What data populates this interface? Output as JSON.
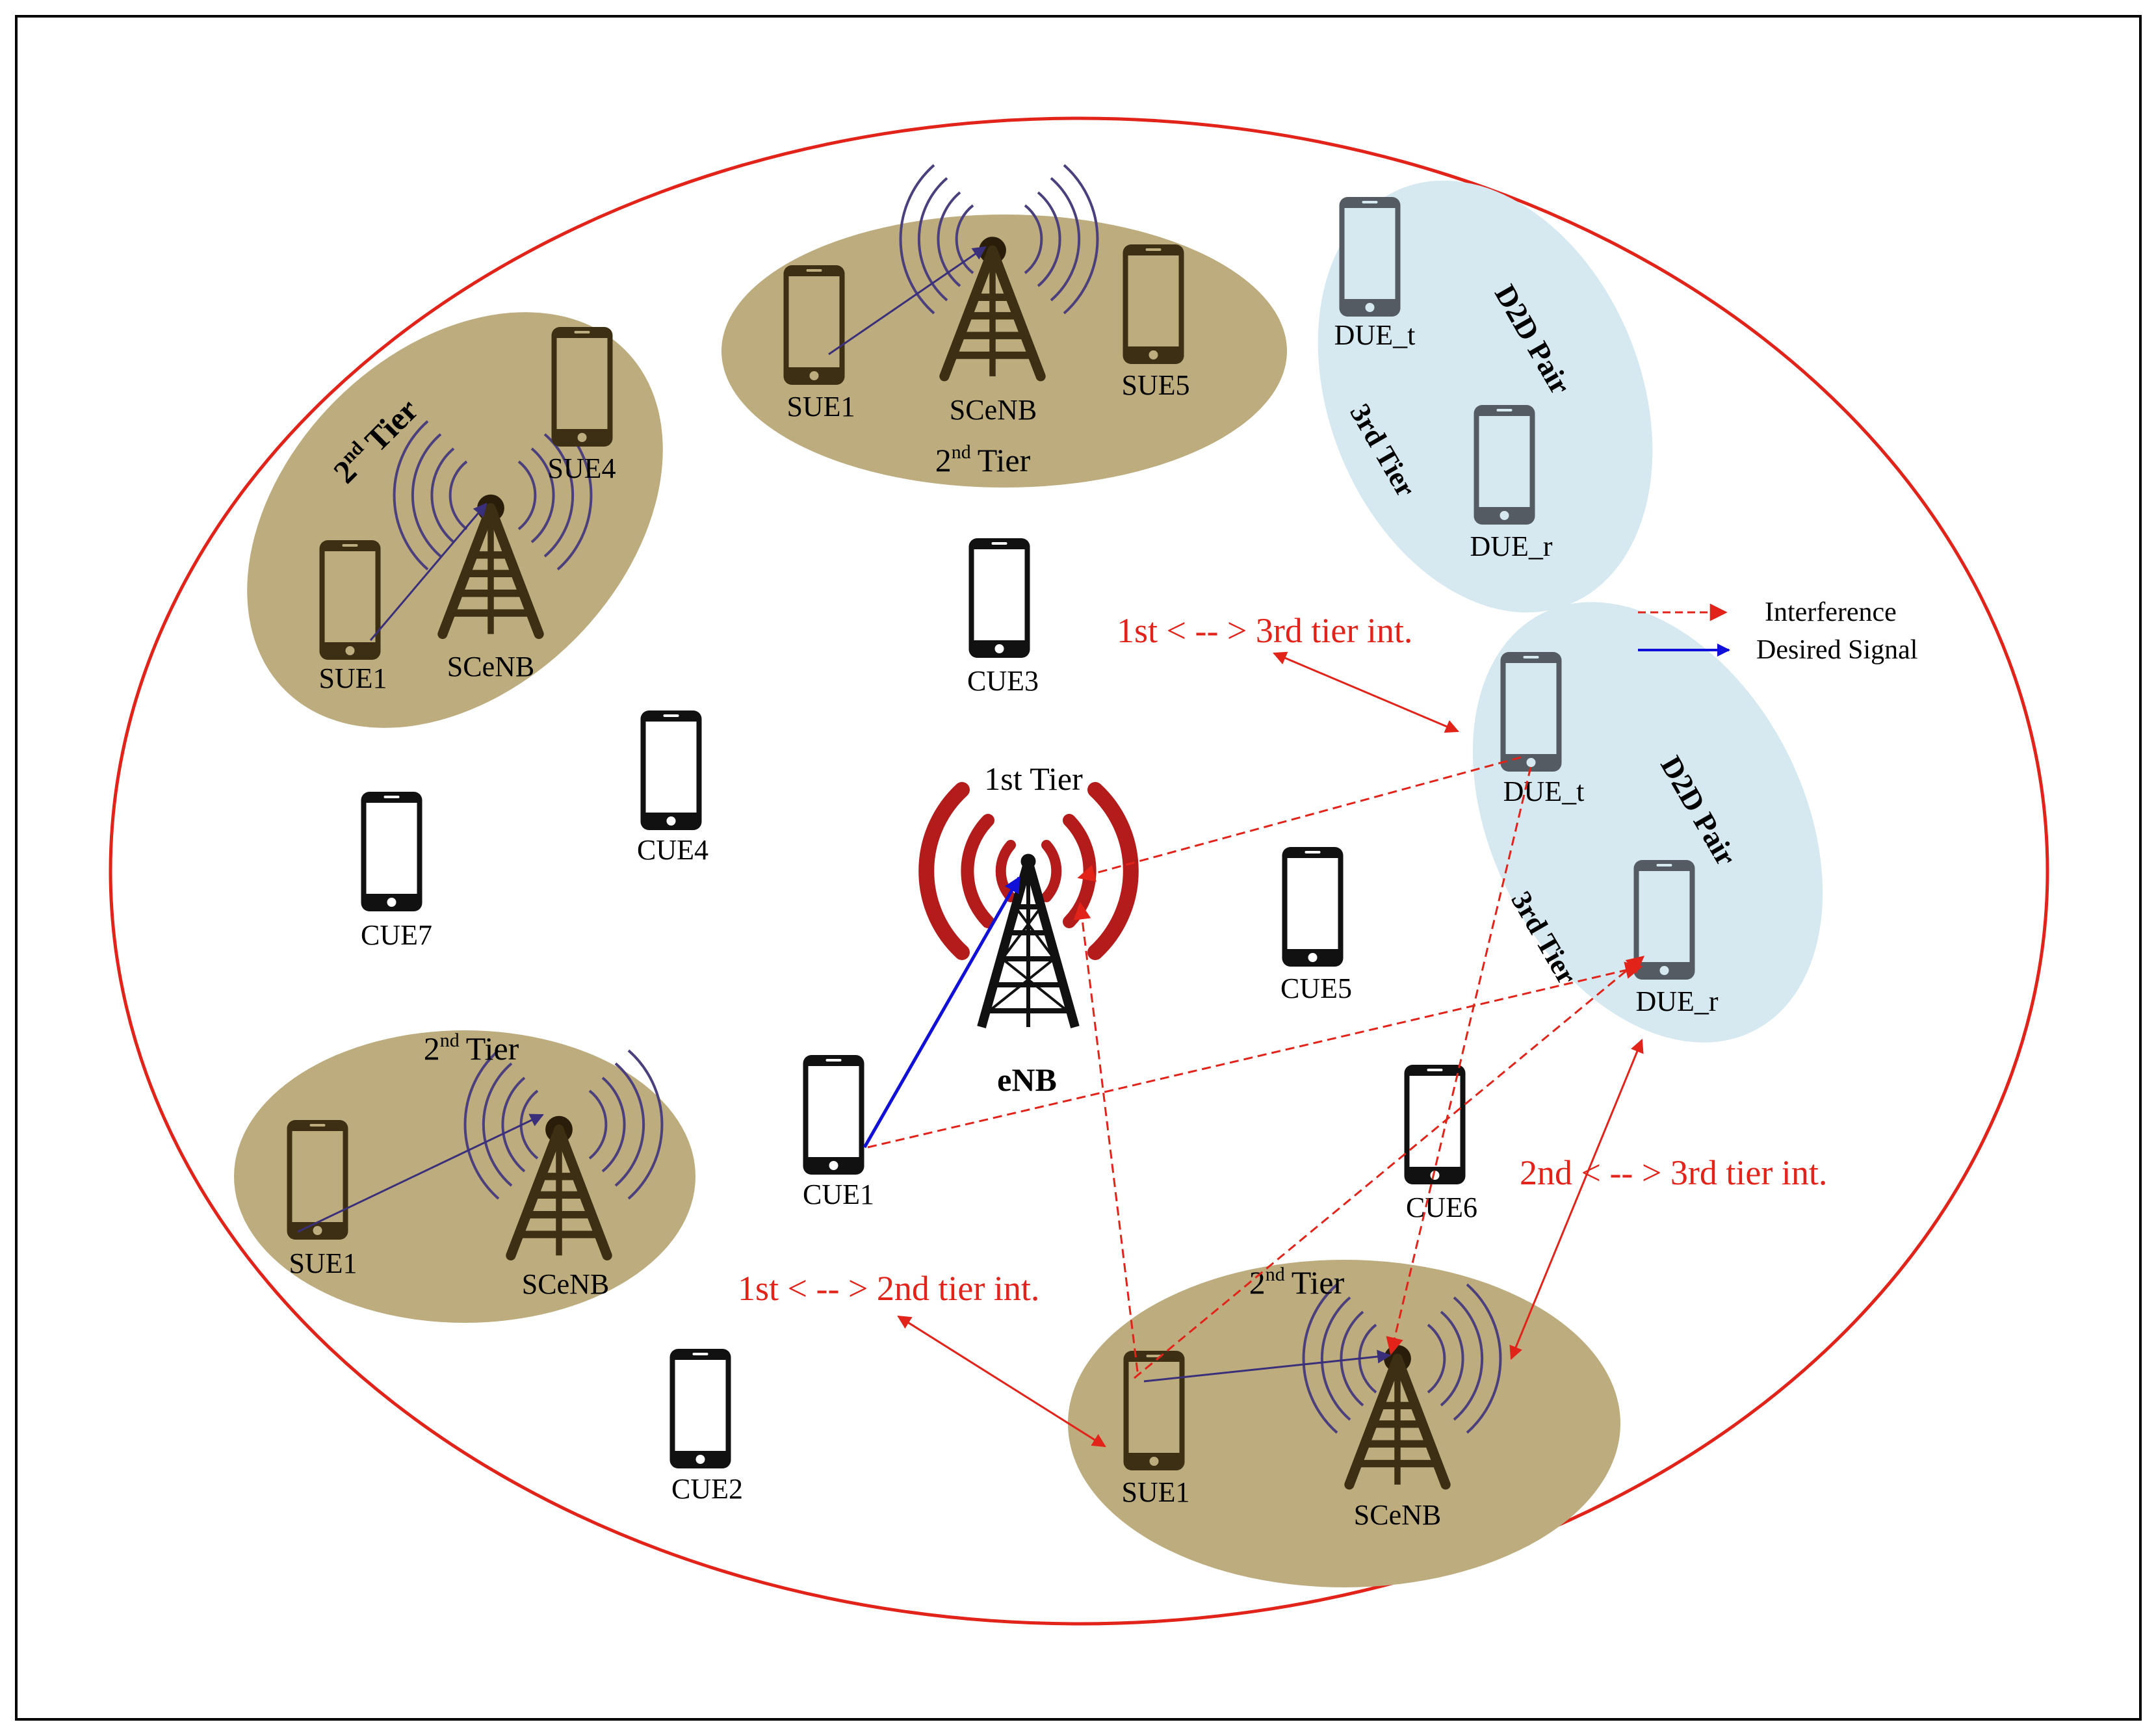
{
  "colors": {
    "frame": "#000000",
    "outer_cell": "#e2231a",
    "tier2_fill": "#bcac7e",
    "tier3_fill": "#d6e9f1",
    "signal_waves": "#4b3f7d",
    "enb_waves": "#b41c1c",
    "tower_dark": "#3d2f14",
    "interference": "#e2231a",
    "desired": "#1010d8",
    "desired_small": "#3a2f7a",
    "phone_black": "#111111",
    "phone_gray": "#555b62",
    "phone_screen_gray": "#d6e9f1"
  },
  "center": {
    "tier_label": "1st Tier",
    "enb_label": "eNB"
  },
  "clusters": {
    "top": {
      "tier_ord": "2",
      "tier_sup": "nd",
      "tier_word": "Tier",
      "ue_label": "SUE1",
      "ue2_label": "SUE5",
      "bs_label": "SCeNB"
    },
    "upper_left": {
      "tier_ord": "2",
      "tier_sup": "nd",
      "tier_word": "Tier",
      "ue_label": "SUE1",
      "ue2_label": "SUE4",
      "bs_label": "SCeNB"
    },
    "lower_left": {
      "tier_ord": "2",
      "tier_sup": "nd",
      "tier_word": "Tier",
      "ue_label": "SUE1",
      "bs_label": "SCeNB"
    },
    "bottom_right": {
      "tier_ord": "2",
      "tier_sup": "nd",
      "tier_word": "Tier",
      "ue_label": "SUE1",
      "bs_label": "SCeNB"
    }
  },
  "d2d": {
    "top": {
      "pair_label": "D2D Pair",
      "tier_label": "3rd Tier",
      "tx_label": "DUE_t",
      "rx_label": "DUE_r"
    },
    "right": {
      "pair_label": "D2D Pair",
      "tier_label": "3rd Tier",
      "tx_label": "DUE_t",
      "rx_label": "DUE_r"
    }
  },
  "cues": {
    "cue1": "CUE1",
    "cue2": "CUE2",
    "cue3": "CUE3",
    "cue4": "CUE4",
    "cue5": "CUE5",
    "cue6": "CUE6",
    "cue7": "CUE7"
  },
  "annotations": {
    "int_1_3": "1st < -- > 3rd tier int.",
    "int_2_3": "2nd  < -- > 3rd tier int.",
    "int_1_2": "1st < -- > 2nd tier int."
  },
  "legend": {
    "interference": "Interference",
    "desired": "Desired Signal"
  }
}
